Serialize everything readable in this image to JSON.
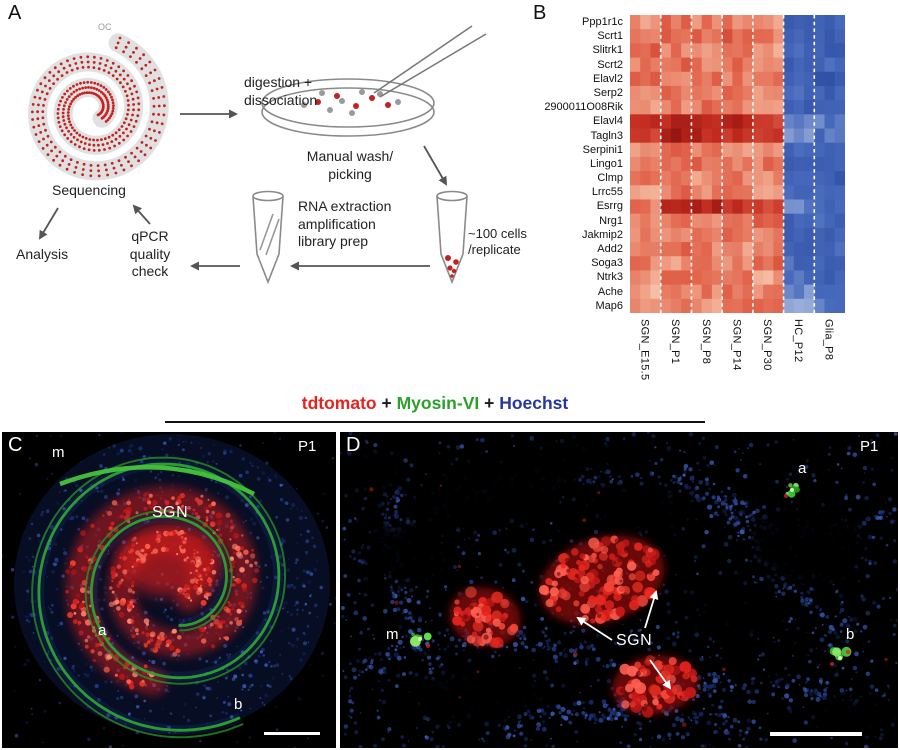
{
  "panelA": {
    "label": "A",
    "oc": "OC",
    "steps": {
      "digestion": "digestion +\ndissociation",
      "manual": "Manual wash/\npicking",
      "cells": "~100 cells\n/replicate",
      "rna": "RNA extraction\namplification\nlibrary prep",
      "qpcr": "qPCR\nquality\ncheck",
      "sequencing": "Sequencing",
      "analysis": "Analysis"
    }
  },
  "panelB": {
    "label": "B"
  },
  "chart_data": {
    "type": "heatmap",
    "title": "",
    "rows": [
      "Ppp1r1c",
      "Scrt1",
      "Slitrk1",
      "Scrt2",
      "Elavl2",
      "Serp2",
      "2900011O08Rik",
      "Elavl4",
      "Tagln3",
      "Serpini1",
      "Lingo1",
      "Clmp",
      "Lrrc55",
      "Esrrg",
      "Nrg1",
      "Jakmip2",
      "Add2",
      "Soga3",
      "Ntrk3",
      "Ache",
      "Map6"
    ],
    "column_groups": [
      "SGN_E15.5",
      "SGN_P1",
      "SGN_P8",
      "SGN_P14",
      "SGN_P30",
      "HC_P12",
      "Glia_P8"
    ],
    "replicates_per_group": 3,
    "values_by_group": [
      [
        0.8,
        1.1,
        0.9,
        1.0,
        0.8,
        -1.6,
        -1.4
      ],
      [
        1.0,
        1.3,
        1.1,
        1.2,
        0.9,
        -1.5,
        -1.6
      ],
      [
        1.2,
        1.0,
        0.8,
        0.9,
        0.7,
        -1.4,
        -1.5
      ],
      [
        0.9,
        1.2,
        1.0,
        1.1,
        0.8,
        -1.6,
        -1.3
      ],
      [
        1.1,
        1.0,
        1.2,
        0.9,
        1.0,
        -1.5,
        -1.7
      ],
      [
        0.7,
        1.0,
        0.9,
        1.1,
        0.8,
        -1.3,
        -1.5
      ],
      [
        0.8,
        0.9,
        1.1,
        1.0,
        0.9,
        -1.5,
        -1.4
      ],
      [
        1.9,
        2.2,
        2.0,
        2.1,
        1.8,
        -0.9,
        -1.1
      ],
      [
        1.8,
        2.3,
        2.1,
        2.0,
        1.9,
        -1.0,
        -1.2
      ],
      [
        0.9,
        1.1,
        1.0,
        0.8,
        0.9,
        -1.4,
        -1.3
      ],
      [
        0.8,
        1.0,
        1.1,
        0.9,
        1.0,
        -1.5,
        -1.4
      ],
      [
        1.0,
        0.9,
        0.8,
        1.0,
        0.9,
        -1.3,
        -1.6
      ],
      [
        0.7,
        1.1,
        0.9,
        1.0,
        0.8,
        -1.4,
        -1.2
      ],
      [
        1.0,
        2.2,
        2.1,
        1.9,
        1.7,
        -1.1,
        -1.3
      ],
      [
        0.9,
        1.0,
        0.8,
        0.9,
        1.1,
        -1.5,
        -1.4
      ],
      [
        0.8,
        0.9,
        1.0,
        1.1,
        0.9,
        -1.4,
        -1.5
      ],
      [
        1.0,
        1.1,
        0.9,
        0.8,
        1.0,
        -1.6,
        -1.3
      ],
      [
        0.9,
        0.8,
        1.0,
        0.9,
        1.1,
        -1.3,
        -1.4
      ],
      [
        0.8,
        1.0,
        0.9,
        1.0,
        0.7,
        -1.2,
        -1.5
      ],
      [
        0.6,
        0.8,
        0.9,
        1.1,
        1.0,
        -1.0,
        -1.3
      ],
      [
        0.7,
        0.9,
        0.8,
        1.0,
        1.1,
        -0.8,
        -1.2
      ]
    ],
    "color_scale": {
      "low": "#21409b",
      "mid": "#f7ede5",
      "high": "#8b120e",
      "domain": [
        -2.5,
        2.7
      ]
    },
    "group_separators_dashed": true
  },
  "caption": {
    "parts": [
      {
        "text": "tdtomato",
        "color": "#e8231d"
      },
      {
        "text": " + ",
        "color": "#1a1a1a"
      },
      {
        "text": "Myosin-VI",
        "color": "#2ba02b"
      },
      {
        "text": " + ",
        "color": "#1a1a1a"
      },
      {
        "text": "Hoechst",
        "color": "#27379b"
      }
    ]
  },
  "panelC": {
    "label": "C",
    "stage": "P1",
    "m": "m",
    "sgn": "SGN",
    "a": "a",
    "b": "b"
  },
  "panelD": {
    "label": "D",
    "stage": "P1",
    "a": "a",
    "m": "m",
    "b": "b",
    "sgn": "SGN"
  }
}
